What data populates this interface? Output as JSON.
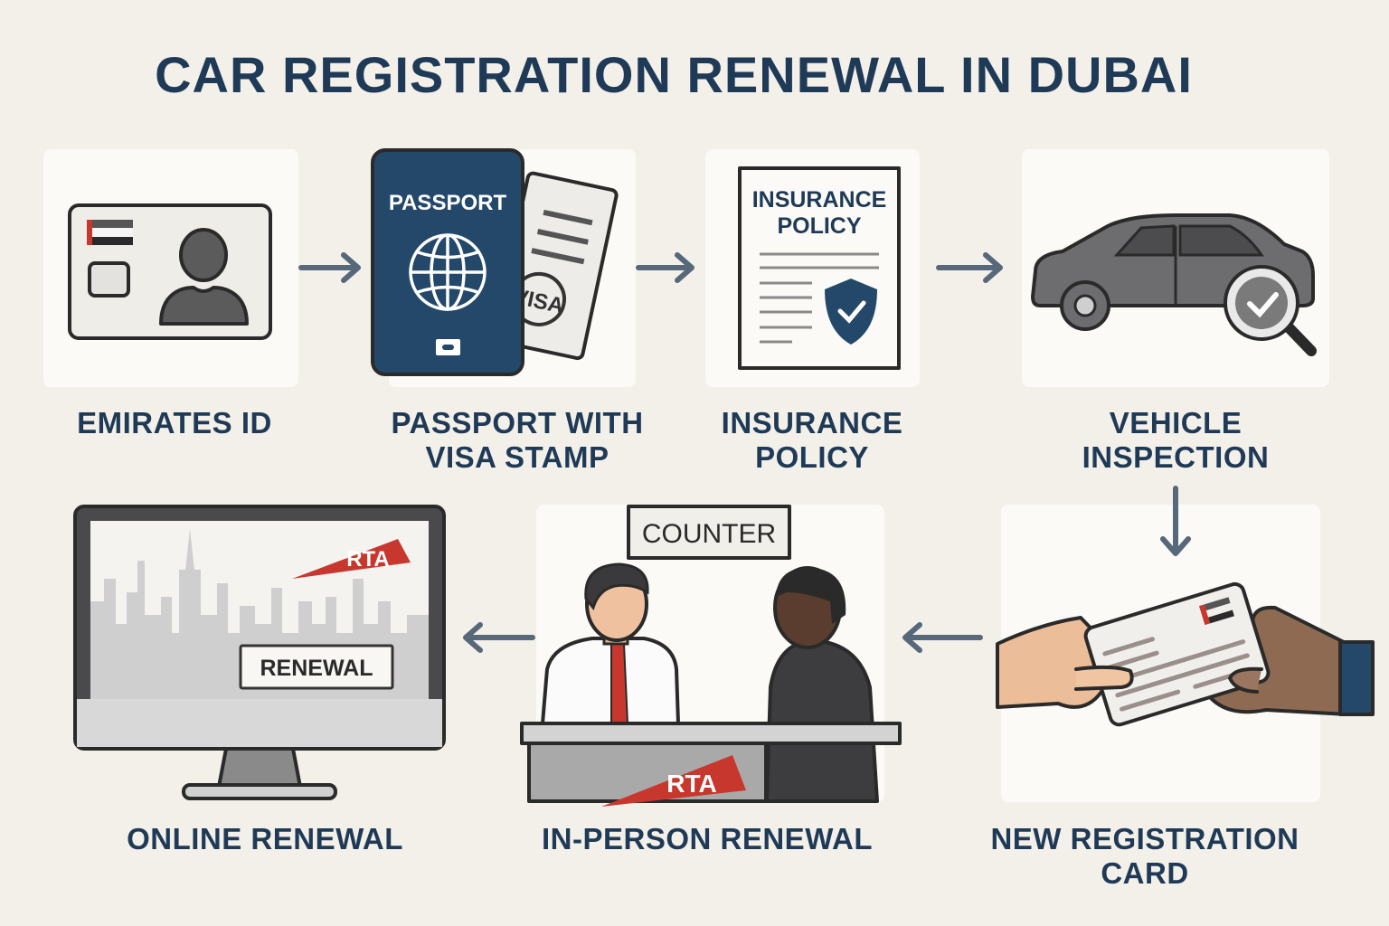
{
  "title": "CAR REGISTRATION RENEWAL IN DUBAI",
  "steps": [
    {
      "label_lines": [
        "EMIRATES ID"
      ]
    },
    {
      "label_lines": [
        "PASSPORT WITH",
        "VISA STAMP"
      ],
      "cover_text": "PASSPORT",
      "stamp_text": "VISA"
    },
    {
      "label_lines": [
        "INSURANCE",
        "POLICY"
      ],
      "doc_lines": [
        "INSURANCE",
        "POLICY"
      ]
    },
    {
      "label_lines": [
        "VEHICLE",
        "INSPECTION"
      ]
    },
    {
      "label_lines": [
        "NEW REGISTRATION",
        "CARD"
      ]
    },
    {
      "label_lines": [
        "IN-PERSON RENEWAL"
      ],
      "sign_text": "COUNTER",
      "logo_text": "RTA"
    },
    {
      "label_lines": [
        "ONLINE RENEWAL"
      ],
      "logo_text": "RTA",
      "button_text": "RENEWAL"
    }
  ],
  "colors": {
    "navy": "#1f3a56",
    "red": "#c8372d",
    "background": "#f3f0ea",
    "arrow": "#56687a"
  }
}
